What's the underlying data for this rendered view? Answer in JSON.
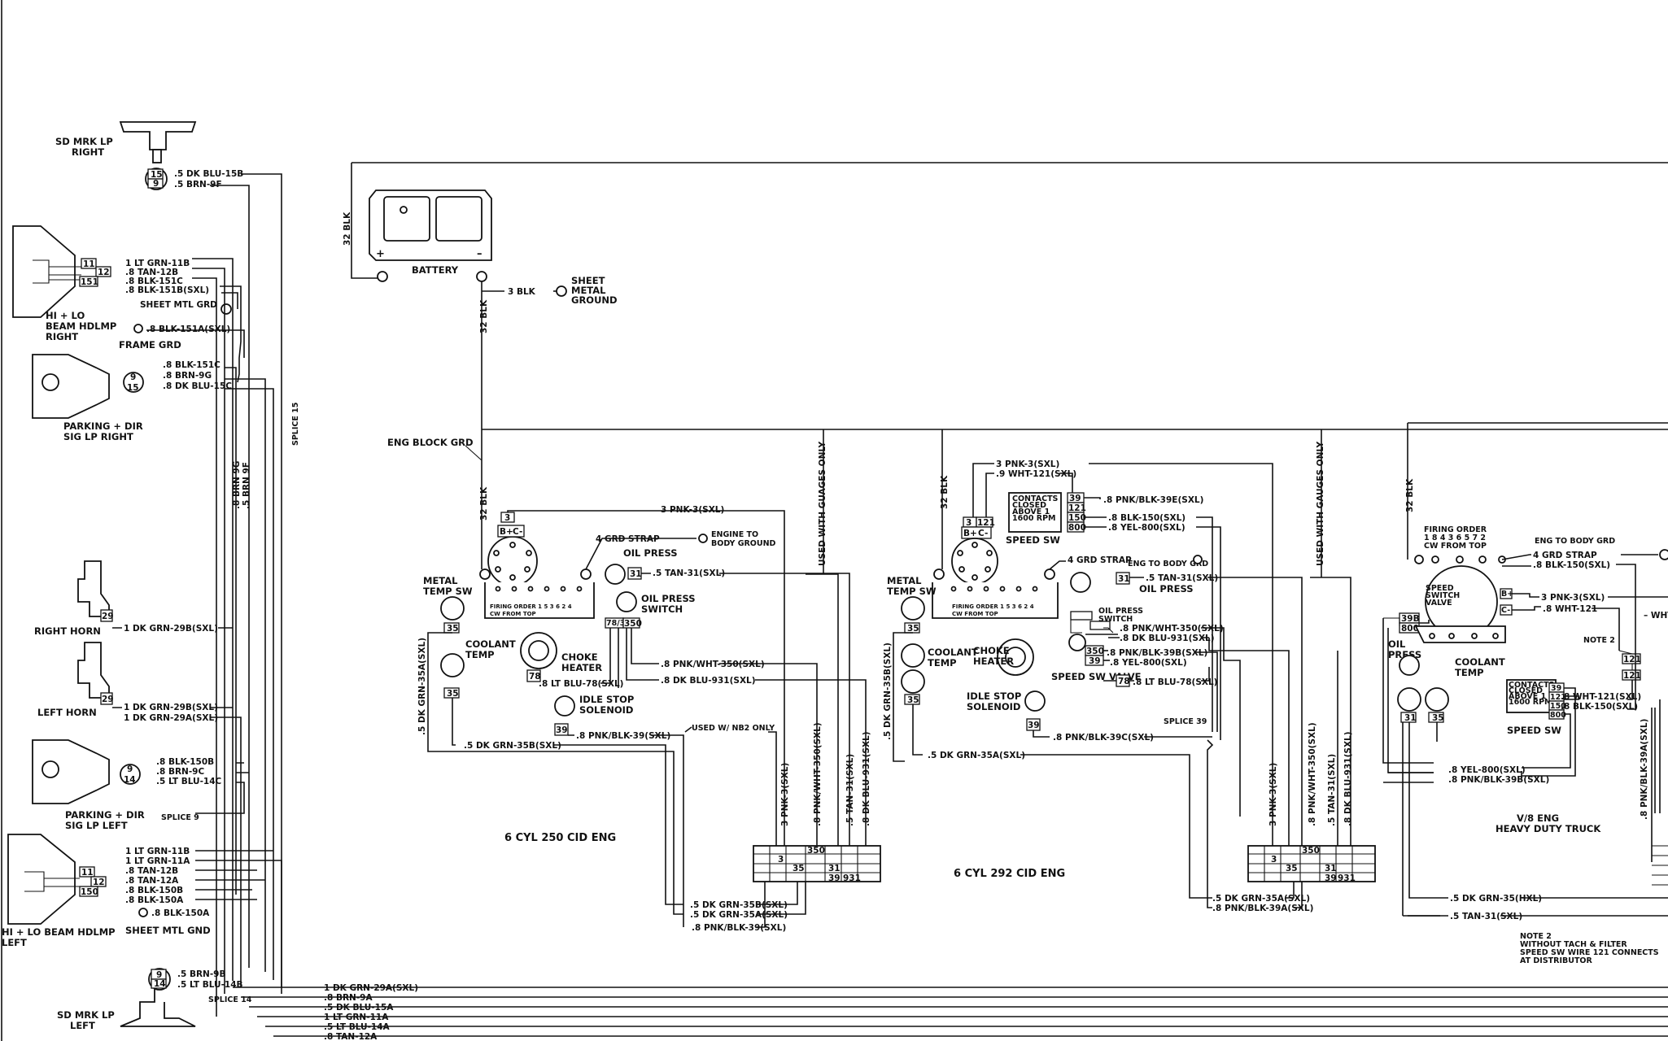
{
  "left_side": {
    "sd_mrk_lp_right": "SD MRK LP\nRIGHT",
    "sd_mrk_right_conn": [
      "15",
      "9"
    ],
    "sd_mrk_right_wires": [
      ".5  DK BLU-15B",
      ".5  BRN-9F"
    ],
    "hdlmp_right_conn": [
      "11",
      "12",
      "151"
    ],
    "hdlmp_right_wires": [
      "1  LT  GRN-11B",
      ".8  TAN-12B",
      ".8  BLK-151C",
      ".8  BLK-151B(SXL)"
    ],
    "sheet_mtl_grd": "SHEET MTL GRD",
    "frame_grd_wire": ".8  BLK-151A(SXL)",
    "frame_grd": "FRAME GRD",
    "hdlmp_right": "HI + LO\nBEAM HDLMP\nRIGHT",
    "park_right_conn": [
      "9",
      "15"
    ],
    "park_right_wires": [
      ".8  BLK-151C",
      ".8  BRN-9G",
      ".8  DK BLU-15C"
    ],
    "park_right": "PARKING + DIR\nSIG LP RIGHT",
    "splice_15": "SPLICE 15",
    "vert_wires": [
      ".8  BRN 9G",
      ".5  BRN 9F"
    ],
    "right_horn_conn": "29",
    "right_horn_wire": "1  DK GRN-29B(SXL)",
    "right_horn": "RIGHT  HORN",
    "left_horn_conn": "29",
    "left_horn_wires": [
      "1  DK GRN-29B(SXL)",
      "1  DK GRN-29A(SXL)"
    ],
    "left_horn": "LEFT  HORN",
    "park_left_conn": [
      "9",
      "14"
    ],
    "park_left_wires": [
      ".8  BLK-150B",
      ".8  BRN-9C",
      ".5  LT BLU-14C"
    ],
    "park_left": "PARKING + DIR\nSIG LP LEFT",
    "splice_9": "SPLICE 9",
    "hdlmp_left_conn": [
      "11",
      "12",
      "150"
    ],
    "hdlmp_left_wires": [
      "1  LT  GRN-11B",
      "1  LT  GRN-11A",
      ".8  TAN-12B",
      ".8  TAN-12A",
      ".8  BLK-150B",
      ".8  BLK-150A"
    ],
    "sheet_mtl_gnd_wire": ".8  BLK-150A",
    "sheet_mtl_gnd": "SHEET MTL GND",
    "hdlmp_left": "HI + LO BEAM HDLMP\nLEFT",
    "sd_mrk_left_conn": [
      "9",
      "14"
    ],
    "sd_mrk_left_wires": [
      ".5  BRN-9B",
      ".5  LT BLU-14B"
    ],
    "splice_14": "SPLICE 14",
    "sd_mrk_lp_left": "SD MRK LP\nLEFT",
    "bottom_harness": [
      "1  DK GRN-29A(SXL)",
      ".8  BRN-9A",
      ".5  DK BLU-15A",
      "1  LT  GRN-11A",
      ".5  LT BLU-14A",
      ".8  TAN-12A"
    ]
  },
  "battery_area": {
    "wire_32_blk": "32 BLK",
    "plus": "+",
    "minus": "–",
    "battery": "BATTERY",
    "wire_3_blk": "3  BLK",
    "sheet_metal_ground": "SHEET\nMETAL\nGROUND",
    "eng_block_grd": "ENG BLOCK GRD"
  },
  "engine_250": {
    "wire_32_blk": "32  BLK",
    "dist_conn": [
      "3",
      "B+",
      "C-"
    ],
    "pnk_wire": "3  PNK-3(SXL)",
    "grd_strap": "4  GRD STRAP",
    "engine_to_body": "ENGINE TO\nBODY GROUND",
    "oil_press": "OIL PRESS",
    "tan_wire": ".5  TAN-31(SXL)",
    "oil_press_conn": "31",
    "oil_press_switch": "OIL PRESS\nSWITCH",
    "metal_temp_sw": "METAL\nTEMP SW",
    "firing_order": "FIRING ORDER 1 5 3 6 2 4\nCW FROM TOP",
    "conn_35": "35",
    "conn_35b": "35",
    "coolant_temp": "COOLANT\nTEMP",
    "choke_heater": "CHOKE\nHEATER",
    "conn_78": "78",
    "conn_350": [
      "78/350",
      "350"
    ],
    "choke_wire": ".8  LT BLU-78(SXL)",
    "pnk_wht_wire": ".8  PNK/WHT-350(SXL)",
    "dk_blu_wire": ".8  DK BLU-931(SXL)",
    "idle_stop": "IDLE STOP\nSOLENOID",
    "conn_39": "39",
    "pnk_blk_wire": ".8  PNK/BLK-39(SXL)",
    "used_nb2": "USED W/ NB2 ONLY",
    "dk_grn_35a_vert": ".5  DK GRN-35A(SXL)",
    "dk_grn_35b": ".5  DK GRN-35B(SXL)",
    "used_with_gauges": "USED  WITH  GUAGES  ONLY",
    "vert_labels": [
      "3  PNK-3(SXL)",
      ".8  PNK/WHT-350(SXL)",
      ".5  TAN-31(SXL)",
      ".8  DK BLU-931(SXL)"
    ],
    "block_cells": [
      "3",
      "350",
      "35",
      "31",
      "39",
      "931"
    ],
    "bottom_wires": [
      ".5  DK GRN-35B(SXL)",
      ".5  DK GRN-35A(SXL)",
      ".8  PNK/BLK-39(SXL)"
    ],
    "title": "6  CYL  250  CID  ENG"
  },
  "engine_292": {
    "wire_32_blk": "32  BLK",
    "pnk_wire": "3  PNK-3(SXL)",
    "wht_wire": ".9  WHT-121(SXL)",
    "dist_conn": [
      "3",
      "121",
      "B+",
      "C-"
    ],
    "speed_sw_text": "CONTACTS\nCLOSED\nABOVE 1\n1600 RPM",
    "speed_sw_conn": [
      "39",
      "121",
      "150",
      "800"
    ],
    "speed_sw_wires": [
      ".8  PNK/BLK-39E(SXL)",
      ".8  BLK-150(SXL)",
      ".8  YEL-800(SXL)"
    ],
    "speed_sw": "SPEED  SW",
    "grd_strap": "4  GRD  STRAP",
    "eng_to_body": "ENG TO BODY GRD",
    "tan_wire": ".5  TAN-31(SXL)",
    "oil_conn": "31",
    "oil_press": "OIL PRESS",
    "oil_press_switch": "OIL PRESS\nSWITCH",
    "metal_temp_sw": "METAL\nTEMP SW",
    "firing_order": "FIRING ORDER 1 5 3 6 2 4\nCW FROM TOP",
    "conn_35": "35",
    "conn_35b": "35",
    "coolant_temp": "COOLANT\nTEMP",
    "choke_heater": "CHOKE\nHEATER",
    "vert_35b": ".5  DK GRN-35B(SXL)",
    "conn_350": [
      "350",
      "39"
    ],
    "wires_mid": [
      ".8  PNK/WHT-350(SXL)",
      ".8  DK BLU-931(SXL)",
      ".8  PNK/BLK-39B(SXL)",
      ".8  YEL-800(SXL)"
    ],
    "speed_sw_valve": "SPEED SW VALVE",
    "choke_conn": "78",
    "choke_wire": ".8  LT BLU-78(SXL)",
    "idle_stop": "IDLE STOP\nSOLENOID",
    "conn_39": "39",
    "pnk_blk_wire": ".8  PNK/BLK-39C(SXL)",
    "splice_39": "SPLICE 39",
    "dk_grn_wire": ".5  DK GRN-35A(SXL)",
    "used_with_gauges": "USED  WITH  GAUGES  ONLY",
    "vert_labels": [
      "3  PNK-3(SXL)",
      ".8  PNK/WHT-350(SXL)",
      ".5  TAN-31(SXL)",
      ".8  DK BLU-931(SXL)"
    ],
    "block_cells": [
      "3",
      "350",
      "35",
      "31",
      "39",
      "931"
    ],
    "bottom_wires": [
      ".5  DK GRN-35A(SXL)",
      ".8  PNK/BLK-39A(SXL)"
    ],
    "title": "6  CYL  292  CID  ENG"
  },
  "engine_v8": {
    "wire_32_blk": "32  BLK",
    "firing_order": "FIRING ORDER\n1 8 4 3 6 5 7 2\nCW  FROM TOP",
    "eng_to_body": "ENG TO BODY GRD",
    "grd_strap": "4  GRD STRAP",
    "blk_150_wire": ".8  BLK-150(SXL)",
    "speed_switch_valve": "SPEED\nSWITCH\nVALVE",
    "dist_conn": [
      "B+",
      "C-"
    ],
    "pnk_wire": "3  PNK-3(SXL)",
    "wht_wire": ".8  WHT-121",
    "left_conn": [
      "39B",
      "800"
    ],
    "oil_press": "OIL\nPRESS",
    "coolant_temp": "COOLANT\nTEMP",
    "note2": "NOTE 2",
    "conn_121": [
      "121",
      "121"
    ],
    "speed_sw_text": "CONTACTS\nCLOSED\nABOVE 1\n1600 RPM",
    "speed_sw_conn": [
      "39",
      "121",
      "150",
      "800"
    ],
    "speed_sw_wires": [
      ".8  WHT-121(SXL)",
      ".8  BLK-150(SXL)"
    ],
    "oil_conn": "31",
    "cool_conn": "35",
    "speed_sw": "SPEED  SW",
    "lower_wires": [
      ".8  YEL-800(SXL)",
      ".8  PNK/BLK-39B(SXL)"
    ],
    "vert_label": ".8  PNK/BLK-39A(SXL)",
    "title": "V/8  ENG\nHEAVY DUTY TRUCK",
    "bottom_wires": [
      ".5  DK GRN-35(HXL)",
      ".5  TAN-31(SXL)"
    ],
    "note": "NOTE 2\nWITHOUT  TACH & FILTER\nSPEED SW WIRE 121 CONNECTS\nAT DISTRIBUTOR"
  }
}
